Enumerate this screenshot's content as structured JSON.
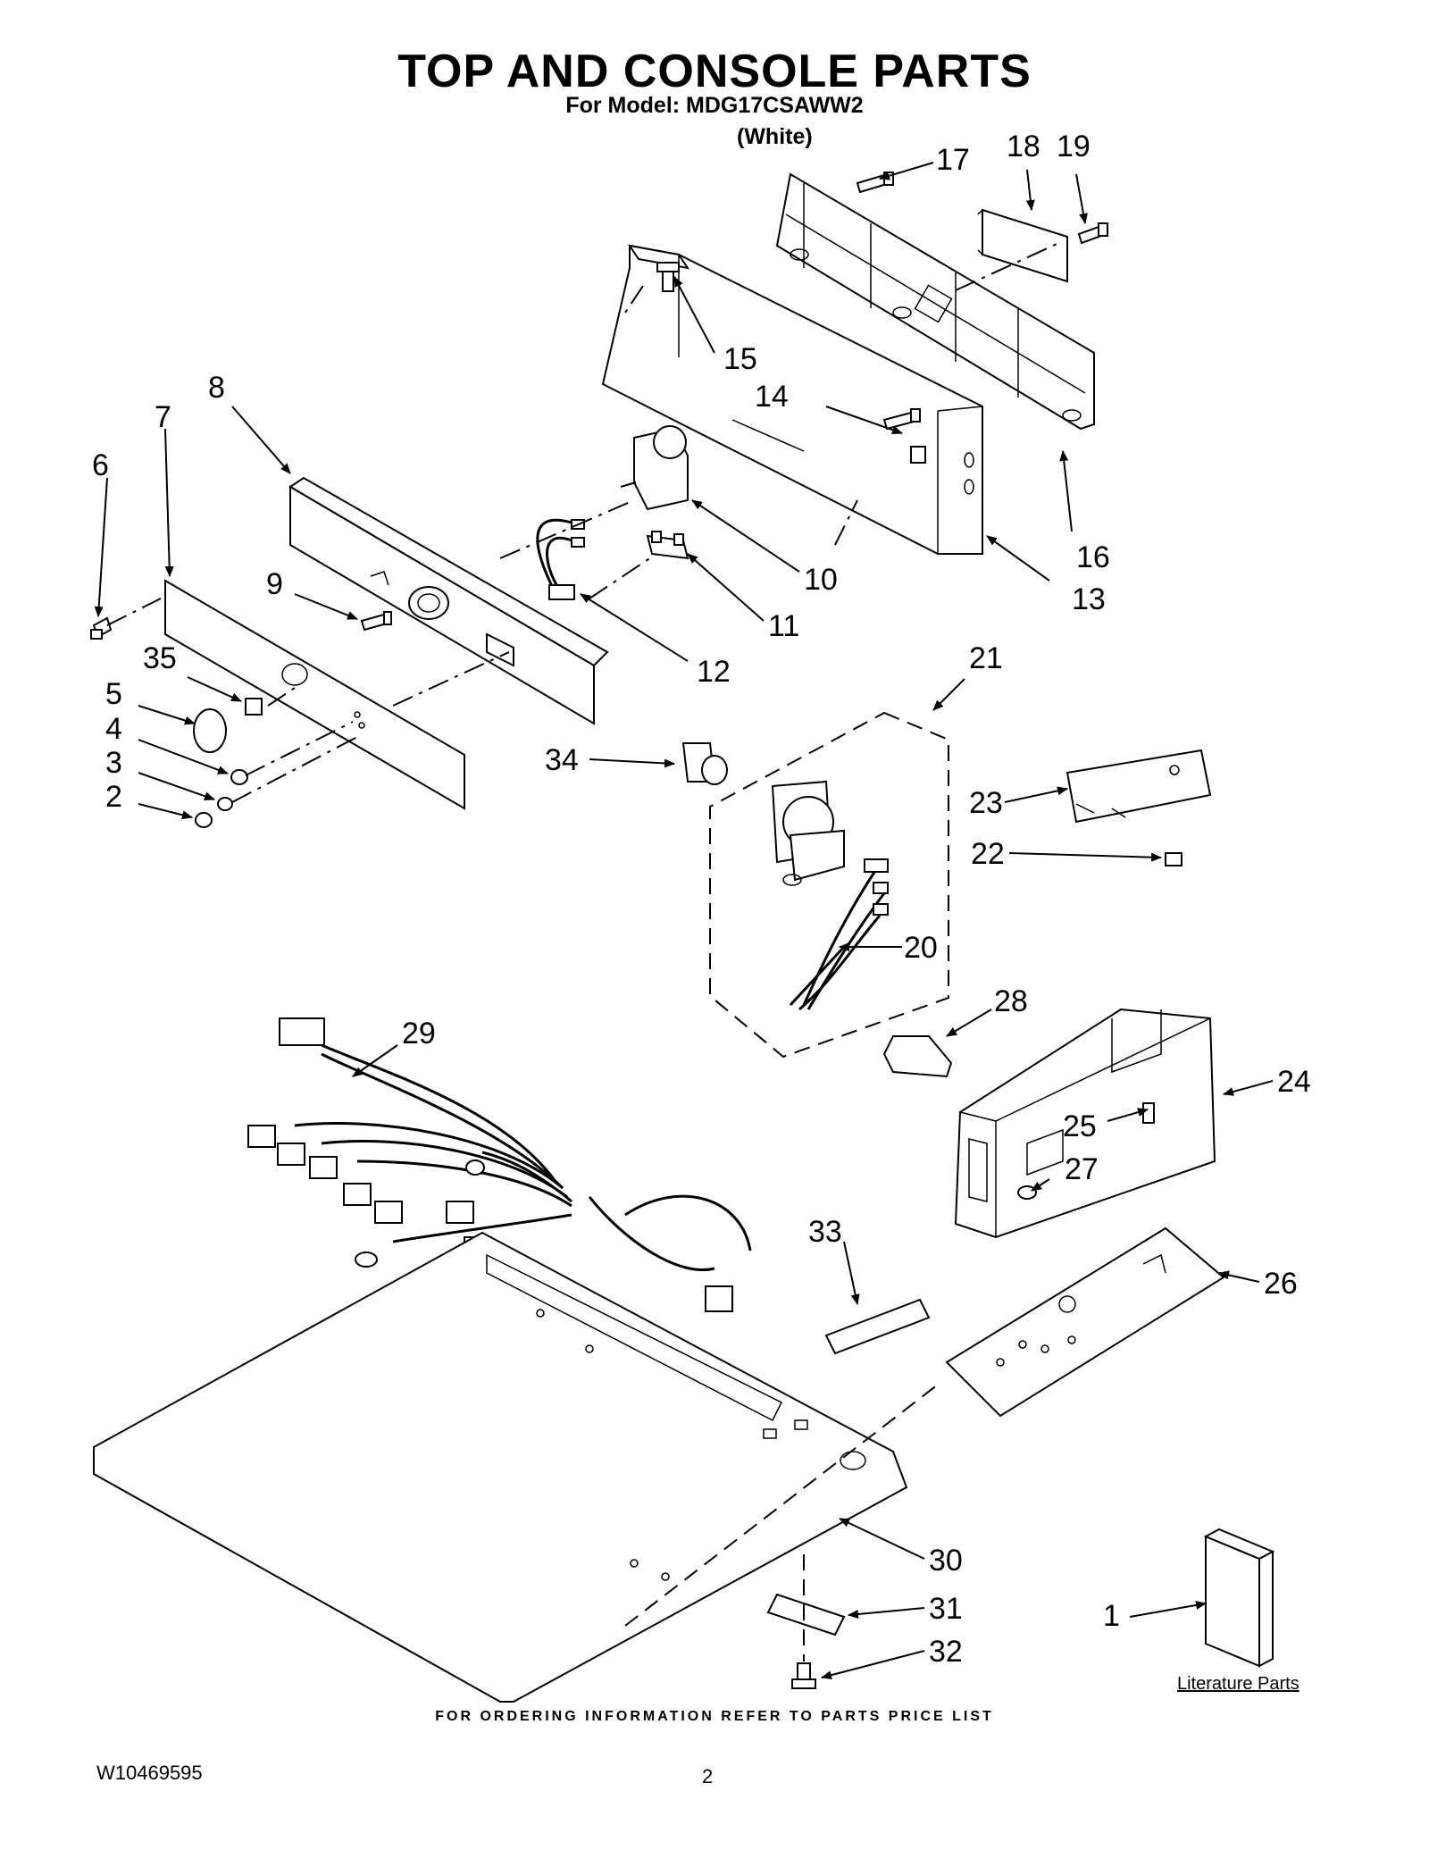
{
  "header": {
    "title": "TOP AND CONSOLE PARTS",
    "model_line": "For Model: MDG17CSAWW2",
    "color": "(White)"
  },
  "callouts": [
    "17",
    "18",
    "19",
    "15",
    "14",
    "16",
    "13",
    "8",
    "7",
    "6",
    "10",
    "11",
    "12",
    "9",
    "35",
    "5",
    "4",
    "3",
    "2",
    "21",
    "34",
    "23",
    "22",
    "20",
    "28",
    "24",
    "29",
    "25",
    "27",
    "33",
    "26",
    "30",
    "31",
    "32",
    "1"
  ],
  "literature_label": "Literature Parts",
  "footer": {
    "ordering": "FOR ORDERING INFORMATION REFER TO PARTS PRICE LIST",
    "doc_number": "W10469595",
    "page_number": "2"
  }
}
